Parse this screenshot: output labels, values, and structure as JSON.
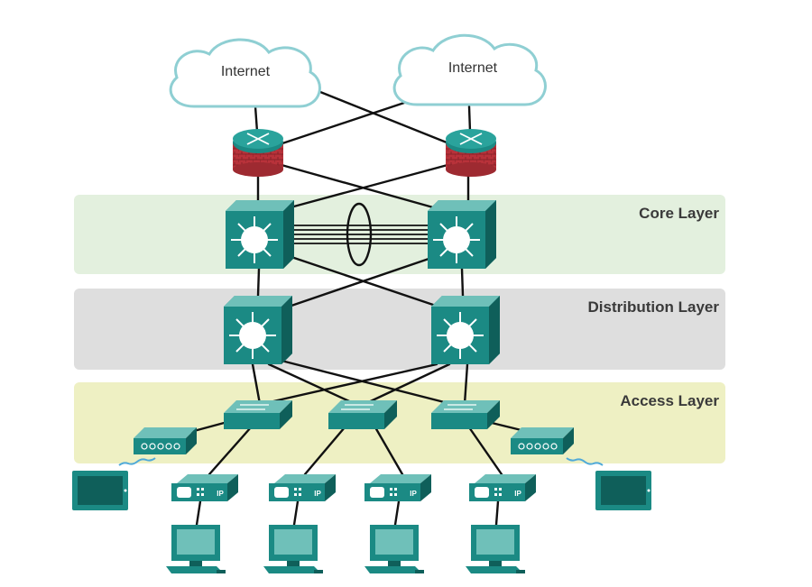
{
  "clouds": [
    {
      "label": "Internet"
    },
    {
      "label": "Internet"
    }
  ],
  "layers": {
    "core": {
      "label": "Core Layer",
      "color": "#e3f0de"
    },
    "distribution": {
      "label": "Distribution Layer",
      "color": "#dedede"
    },
    "access": {
      "label": "Access Layer",
      "color": "#eef0c3"
    }
  },
  "ip_label": "IP",
  "colors": {
    "device_teal": "#1b8a84",
    "device_top": "#6fc0b9",
    "device_side": "#0f5f5a",
    "router_red": "#b8323a",
    "link": "#111111",
    "cloud_stroke": "#8fcfd3"
  }
}
